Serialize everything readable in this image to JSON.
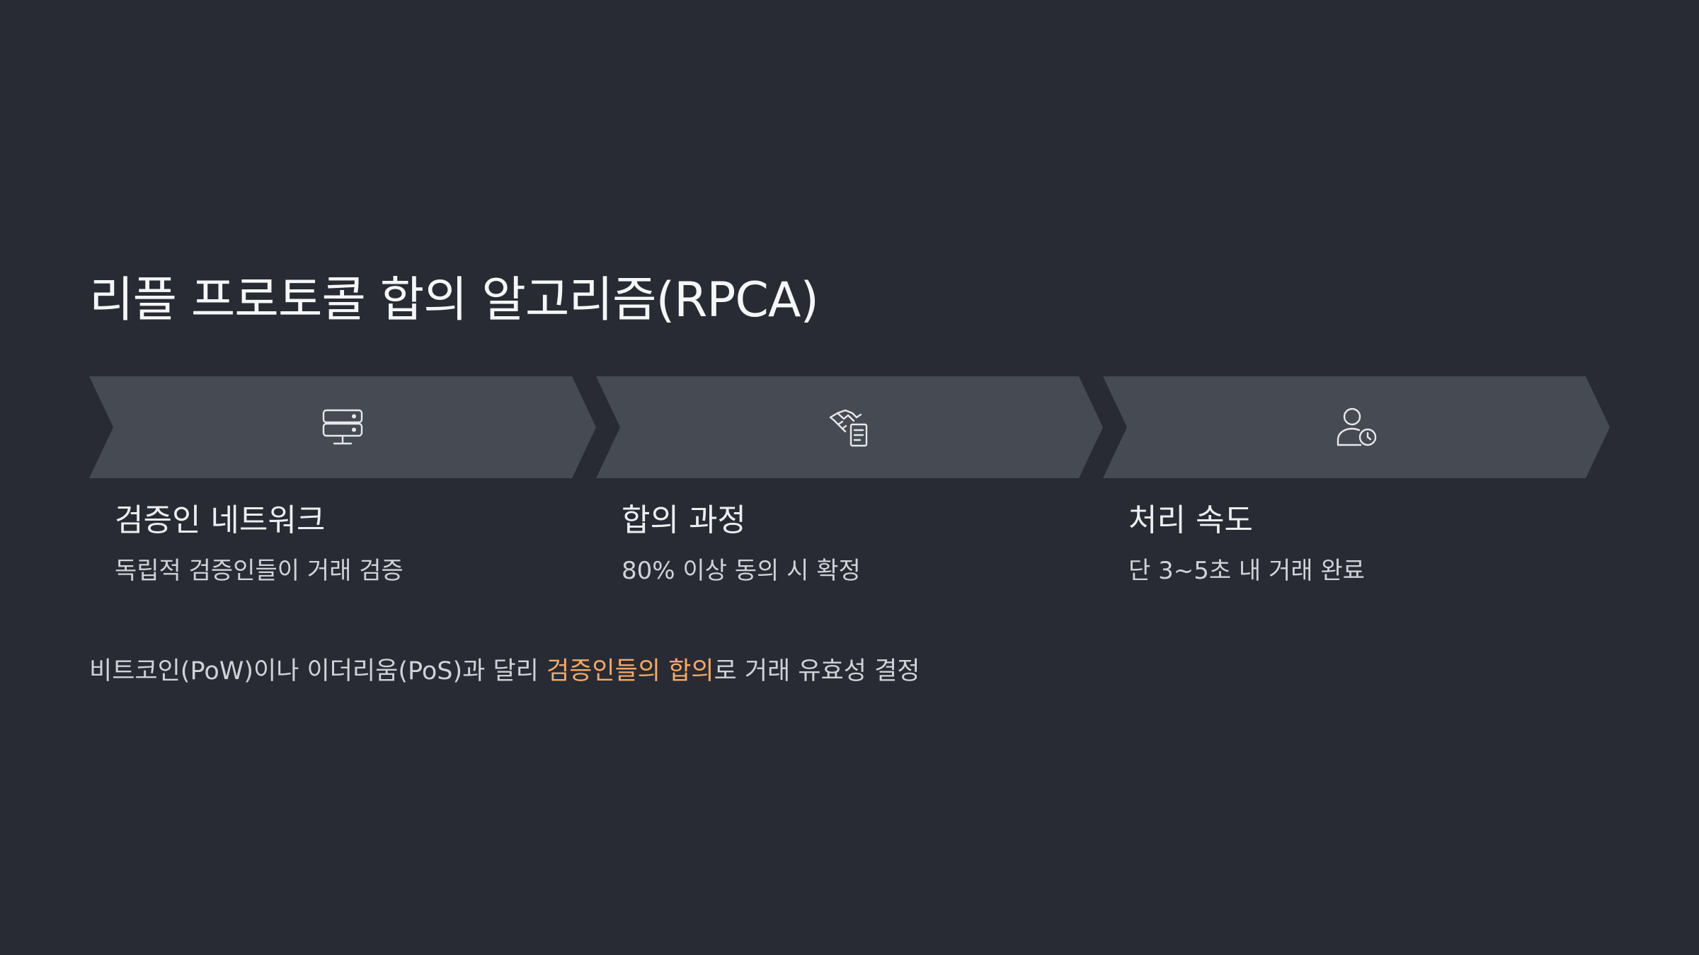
{
  "title": "리플 프로토콜 합의 알고리즘(RPCA)",
  "steps": [
    {
      "icon": "server-icon",
      "title": "검증인 네트워크",
      "description": "독립적 검증인들이 거래 검증"
    },
    {
      "icon": "handshake-document-icon",
      "title": "합의 과정",
      "description": "80% 이상 동의 시 확정"
    },
    {
      "icon": "user-clock-icon",
      "title": "처리 속도",
      "description": "단 3~5초 내 거래 완료"
    }
  ],
  "footnote": {
    "before": "비트코인(PoW)이나 이더리움(PoS)과 달리 ",
    "highlight": "검증인들의 합의",
    "after": "로 거래 유효성 결정"
  },
  "colors": {
    "background": "#282b33",
    "chevron": "#464a53",
    "highlight": "#f4a96a"
  }
}
